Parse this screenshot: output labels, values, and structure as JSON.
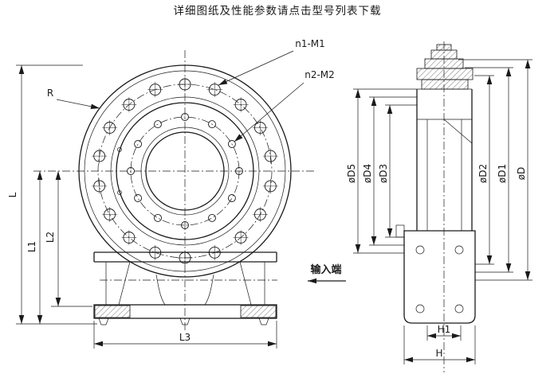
{
  "title": "详细图纸及性能参数请点击型号列表下载",
  "front_view": {
    "radius_label": "R",
    "outer_bolt_label": "n1-M1",
    "inner_bolt_label": "n2-M2",
    "dim_L": "L",
    "dim_L1": "L1",
    "dim_L2": "L2",
    "dim_L3": "L3"
  },
  "side_view": {
    "dim_D5": "øD5",
    "dim_D4": "øD4",
    "dim_D3": "øD3",
    "dim_D2": "øD2",
    "dim_D1": "øD1",
    "dim_D": "øD",
    "dim_H1": "H1",
    "dim_H": "H"
  },
  "annotations": {
    "input_end": "输入端"
  },
  "colors": {
    "line": "#1a1a1a",
    "background": "#ffffff"
  }
}
